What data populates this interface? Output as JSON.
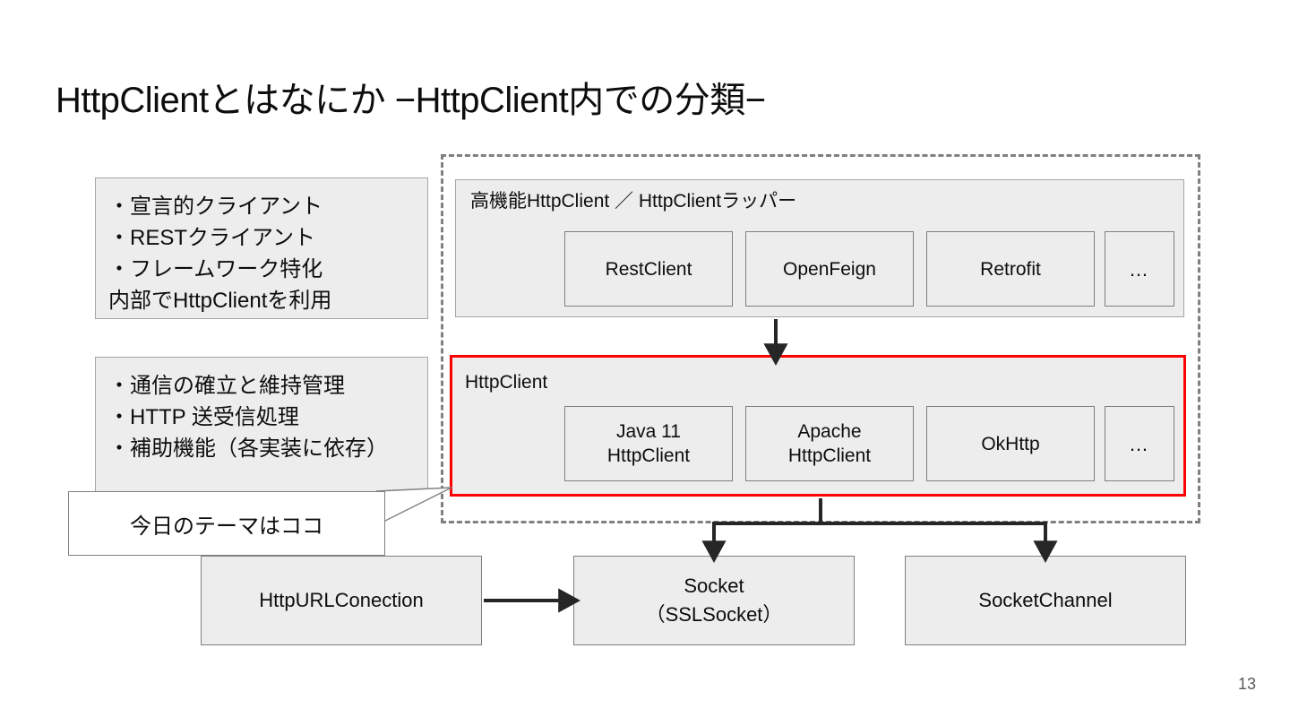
{
  "slide": {
    "title": "HttpClientとはなにか −HttpClient内での分類−",
    "page_number": "13"
  },
  "descriptions": [
    {
      "id": "wrapper-description",
      "text": "・宣言的クライアント\n・RESTクライアント\n・フレームワーク特化\n内部でHttpClientを利用"
    },
    {
      "id": "httpclient-description",
      "text": "・通信の確立と維持管理\n・HTTP 送受信処理\n・補助機能（各実装に依存）"
    }
  ],
  "wrapper_panel": {
    "label": "高機能HttpClient ／ HttpClientラッパー",
    "items": [
      {
        "label": "RestClient"
      },
      {
        "label": "OpenFeign"
      },
      {
        "label": "Retrofit"
      },
      {
        "label": "…"
      }
    ]
  },
  "httpclient_panel": {
    "label": "HttpClient",
    "highlight_color": "#ff0000",
    "items": [
      {
        "label": "Java 11\nHttpClient"
      },
      {
        "label": "Apache\nHttpClient"
      },
      {
        "label": "OkHttp"
      },
      {
        "label": "…"
      }
    ]
  },
  "callout": {
    "text": "今日のテーマはココ"
  },
  "bottom_boxes": [
    {
      "label": "HttpURLConection"
    },
    {
      "label": "Socket\n（SSLSocket）"
    },
    {
      "label": "SocketChannel"
    }
  ],
  "colors": {
    "panel_fill": "#ededed",
    "panel_border": "#a6a6a6",
    "box_border": "#7f7f7f",
    "dashed_border": "#808080",
    "highlight": "#ff0000",
    "text": "#0d0d0d",
    "page_number": "#595959"
  }
}
